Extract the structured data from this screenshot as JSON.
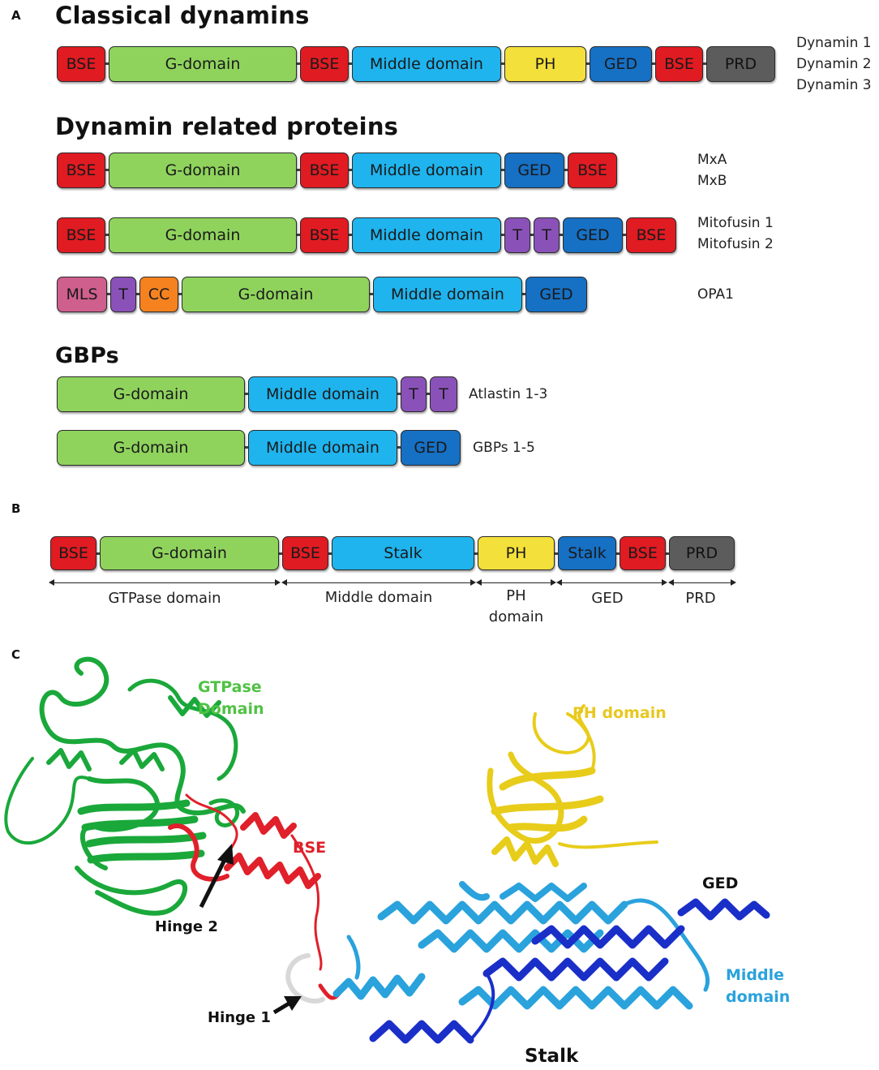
{
  "panels": {
    "a": "A",
    "b": "B",
    "c": "C"
  },
  "headings": {
    "classical": "Classical dynamins",
    "related": "Dynamin related proteins",
    "gbps": "GBPs"
  },
  "labels": {
    "bse": "BSE",
    "g": "G-domain",
    "mid": "Middle domain",
    "ph": "PH",
    "ged": "GED",
    "prd": "PRD",
    "t": "T",
    "mls": "MLS",
    "cc": "CC",
    "stalk": "Stalk"
  },
  "proteins": {
    "dynamins": [
      "Dynamin 1",
      "Dynamin 2",
      "Dynamin 3"
    ],
    "mx": [
      "MxA",
      "MxB"
    ],
    "mitofusin": [
      "Mitofusin 1",
      "Mitofusin 2"
    ],
    "opa1": "OPA1",
    "atlastin": "Atlastin 1-3",
    "gbp": "GBPs 1-5"
  },
  "regions": {
    "gtpase": "GTPase domain",
    "middle": "Middle domain",
    "ph_line1": "PH",
    "ph_line2": "domain",
    "ged": "GED",
    "prd": "PRD"
  },
  "structure": {
    "gtpase_line1": "GTPase",
    "gtpase_line2": "Domain",
    "ph": "PH domain",
    "bse": "BSE",
    "ged": "GED",
    "middle_line1": "Middle",
    "middle_line2": "domain",
    "hinge1": "Hinge 1",
    "hinge2": "Hinge 2",
    "stalk": "Stalk"
  },
  "colors": {
    "bse": "#e01b22",
    "gdomain": "#8fd35d",
    "middle": "#1fb4ee",
    "ph": "#f4e03a",
    "ged": "#1670c4",
    "prd": "#5c5c5c",
    "t": "#8a52b8",
    "mls": "#cf5f8d",
    "cc": "#f5821f",
    "ribbon_green": "#1aa83a",
    "ribbon_red": "#e0202a",
    "ribbon_yellow": "#e8cc1a",
    "ribbon_light_blue": "#2aa2dc",
    "ribbon_dark_blue": "#1a2ec8"
  }
}
